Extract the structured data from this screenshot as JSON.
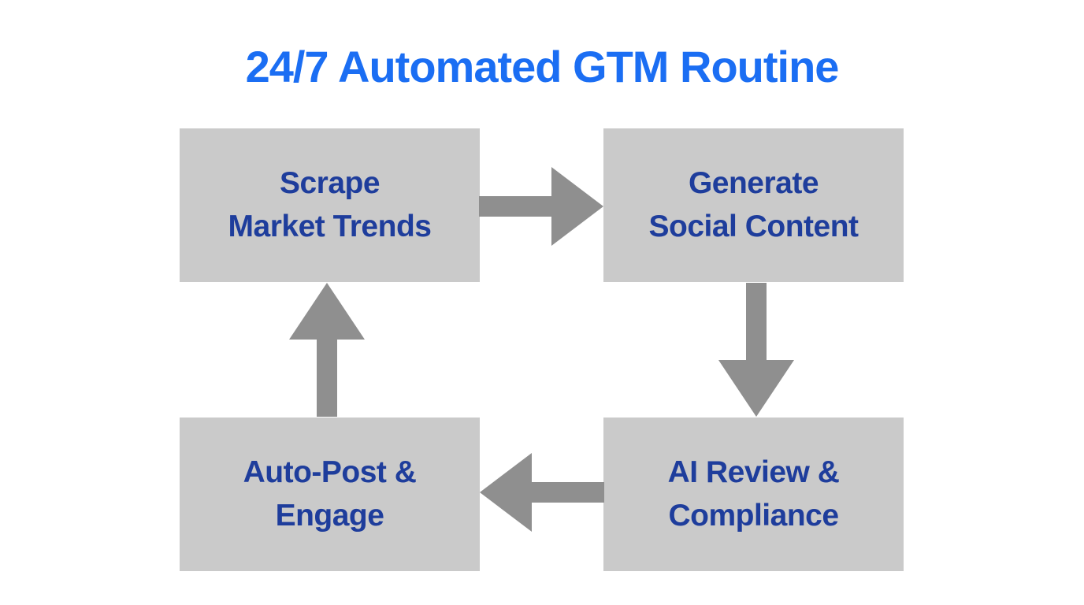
{
  "title": "24/7 Automated GTM Routine",
  "colors": {
    "title_blue": "#1b6ef3",
    "node_background": "#cacaca",
    "node_text": "#1e3d9c",
    "arrow_gray": "#8f8f8f",
    "page_background": "#ffffff"
  },
  "nodes": {
    "scrape": {
      "line1": "Scrape",
      "line2": "Market Trends"
    },
    "generate": {
      "line1": "Generate",
      "line2": "Social Content"
    },
    "review": {
      "line1": "AI Review &",
      "line2": "Compliance"
    },
    "autopost": {
      "line1": "Auto-Post &",
      "line2": "Engage"
    }
  },
  "arrows": {
    "scrape_to_generate": "right",
    "generate_to_review": "down",
    "review_to_autopost": "left",
    "autopost_to_scrape": "up"
  }
}
